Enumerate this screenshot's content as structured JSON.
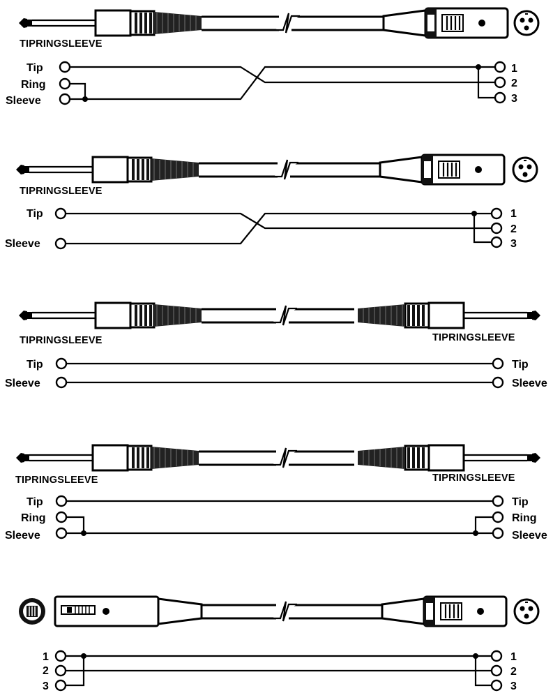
{
  "sections": [
    {
      "left_connector": "trs-jack",
      "right_connector": "xlr-male",
      "left_plug_label": "TIPRINGSLEEVE",
      "left_pins": [
        "Tip",
        "Ring",
        "Sleeve"
      ],
      "right_pins": [
        "1",
        "2",
        "3"
      ]
    },
    {
      "left_connector": "ts-jack",
      "right_connector": "xlr-male",
      "left_plug_label": "TIPRINGSLEEVE",
      "left_pins": [
        "Tip",
        "Sleeve"
      ],
      "right_pins": [
        "1",
        "2",
        "3"
      ]
    },
    {
      "left_connector": "ts-jack",
      "right_connector": "ts-jack",
      "left_plug_label": "TIPRINGSLEEVE",
      "right_plug_label": "TIPRINGSLEEVE",
      "left_pins": [
        "Tip",
        "Sleeve"
      ],
      "right_pins": [
        "Tip",
        "Sleeve"
      ]
    },
    {
      "left_connector": "trs-jack",
      "right_connector": "trs-jack",
      "left_plug_label": "TIPRINGSLEEVE",
      "right_plug_label": "TIPRINGSLEEVE",
      "left_pins": [
        "Tip",
        "Ring",
        "Sleeve"
      ],
      "right_pins": [
        "Tip",
        "Ring",
        "Sleeve"
      ]
    },
    {
      "left_connector": "xlr-female",
      "right_connector": "xlr-male",
      "left_pins": [
        "1",
        "2",
        "3"
      ],
      "right_pins": [
        "1",
        "2",
        "3"
      ]
    }
  ]
}
